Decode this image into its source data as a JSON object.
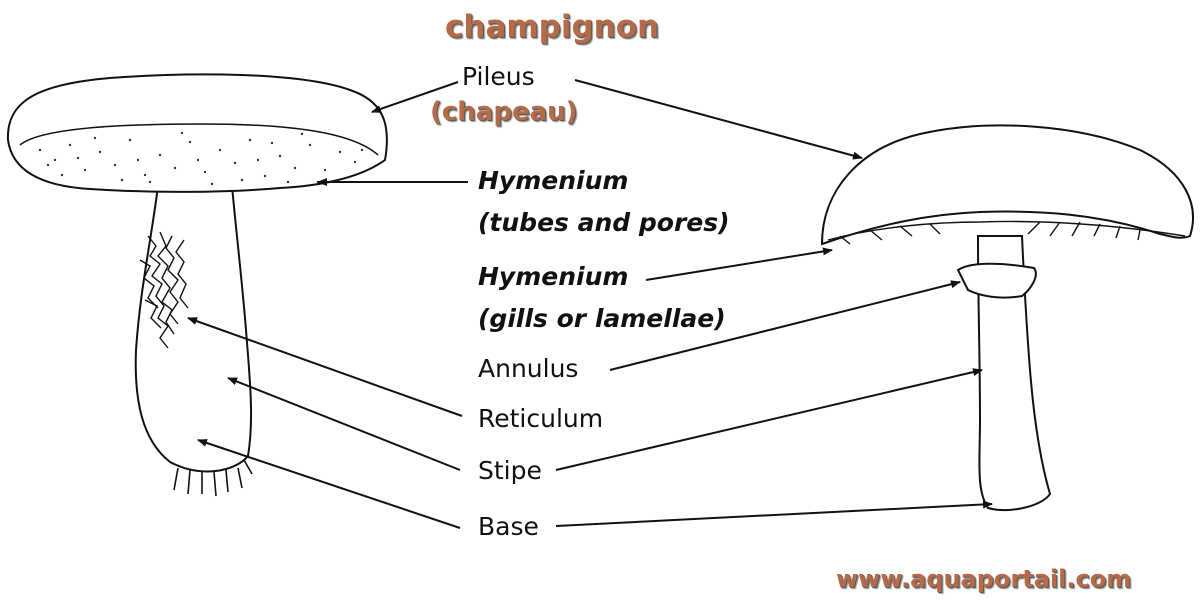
{
  "title": "champignon",
  "subtitle": "(chapeau)",
  "website": "www.aquaportail.com",
  "colors": {
    "brand": "#b56a48",
    "ink": "#111111",
    "background": "#ffffff"
  },
  "labels": {
    "pileus": "Pileus",
    "hymenium_tubes_1": "Hymenium",
    "hymenium_tubes_2": "(tubes and pores)",
    "hymenium_gills_1": "Hymenium",
    "hymenium_gills_2": "(gills or lamellae)",
    "annulus": "Annulus",
    "reticulum": "Reticulum",
    "stipe": "Stipe",
    "base": "Base"
  }
}
